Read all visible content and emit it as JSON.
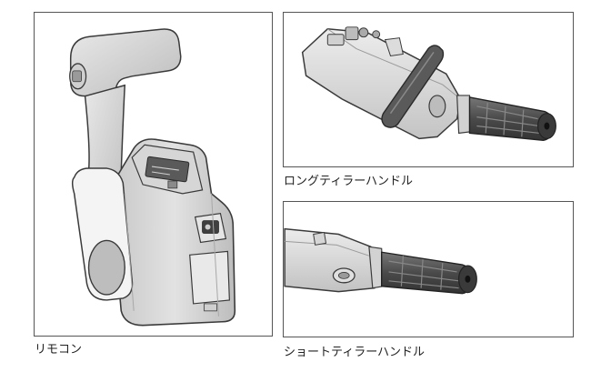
{
  "figures": [
    {
      "id": "remote",
      "caption": "リモコン"
    },
    {
      "id": "long",
      "caption": "ロングティラーハンドル"
    },
    {
      "id": "short",
      "caption": "ショートティラーハンドル"
    }
  ],
  "colors": {
    "frame": "#555555",
    "body_gray": "#d9d9d9",
    "body_shadow": "#b8b8b8",
    "outline": "#3a3a3a",
    "grip_dark": "#4a4a4a",
    "grip_light": "#6e6e6e",
    "lever_cover": "#f2f2f2"
  }
}
